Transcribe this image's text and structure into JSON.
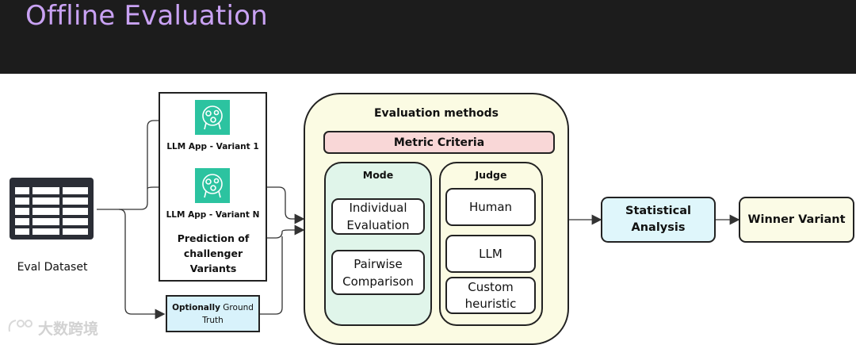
{
  "header": {
    "title": "Offline Evaluation"
  },
  "dataset": {
    "label": "Eval Dataset"
  },
  "variants": {
    "variant_1": "LLM App - Variant 1",
    "variant_n": "LLM App - Variant N",
    "caption": "Prediction of challenger Variants"
  },
  "ground_truth": {
    "bold": "Optionally",
    "rest": " Ground Truth"
  },
  "evaluation": {
    "title": "Evaluation methods",
    "metric": "Metric Criteria",
    "mode": {
      "title": "Mode",
      "items": [
        "Individual Evaluation",
        "Pairwise Comparison"
      ]
    },
    "judge": {
      "title": "Judge",
      "items": [
        "Human",
        "LLM",
        "Custom heuristic"
      ]
    }
  },
  "statistical": {
    "label": "Statistical Analysis"
  },
  "winner": {
    "label": "Winner Variant"
  },
  "watermark": {
    "text": "大数跨境"
  },
  "colors": {
    "header_bg": "#1c1c1c",
    "title": "#c9a2f3",
    "eval_bg": "#fbfbe3",
    "metric_bg": "#f9d7d7",
    "mode_bg": "#e0f5ea",
    "judge_bg": "#fbfbe3",
    "ground_truth_bg": "#d8f2fb",
    "statistical_bg": "#dff6fb",
    "winner_bg": "#fbfbe6",
    "variant_icon": "#2cc3a0"
  },
  "icons": [
    "table-icon",
    "brain-icon",
    "brain-icon"
  ]
}
